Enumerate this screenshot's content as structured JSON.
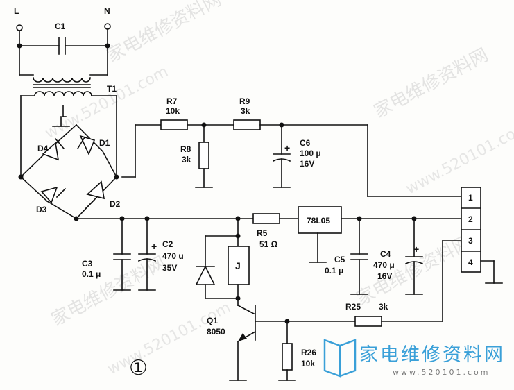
{
  "terminals": {
    "L": "L",
    "N": "N"
  },
  "labels": {
    "C1": "C1",
    "T1": "T1",
    "D1": "D1",
    "D2": "D2",
    "D3": "D3",
    "D4": "D4",
    "R7": "R7",
    "R7v": "10k",
    "R9": "R9",
    "R9v": "3k",
    "R8": "R8",
    "R8v": "3k",
    "C6": "C6",
    "C6v1": "100 μ",
    "C6v2": "16V",
    "R5": "R5",
    "R5v": "51 Ω",
    "reg": "78L05",
    "C2": "C2",
    "C2v1": "470 u",
    "C2v2": "35V",
    "C3": "C3",
    "C3v": "0.1 μ",
    "C5": "C5",
    "C5v": "0.1 μ",
    "C4": "C4",
    "C4v1": "470 μ",
    "C4v2": "16V",
    "J": "J",
    "Q1": "Q1",
    "Q1v": "8050",
    "R25": "R25",
    "R25v": "3k",
    "R26": "R26",
    "R26v": "10k",
    "plus": "+",
    "pins": [
      "1",
      "2",
      "3",
      "4"
    ],
    "figure": "①"
  },
  "watermark": {
    "text": "家电维修资料网",
    "url": "www.520101.com",
    "logo_text": "家电维修资料网",
    "logo_url": "www.520101.com",
    "logo_color": "#3aa0d8"
  }
}
